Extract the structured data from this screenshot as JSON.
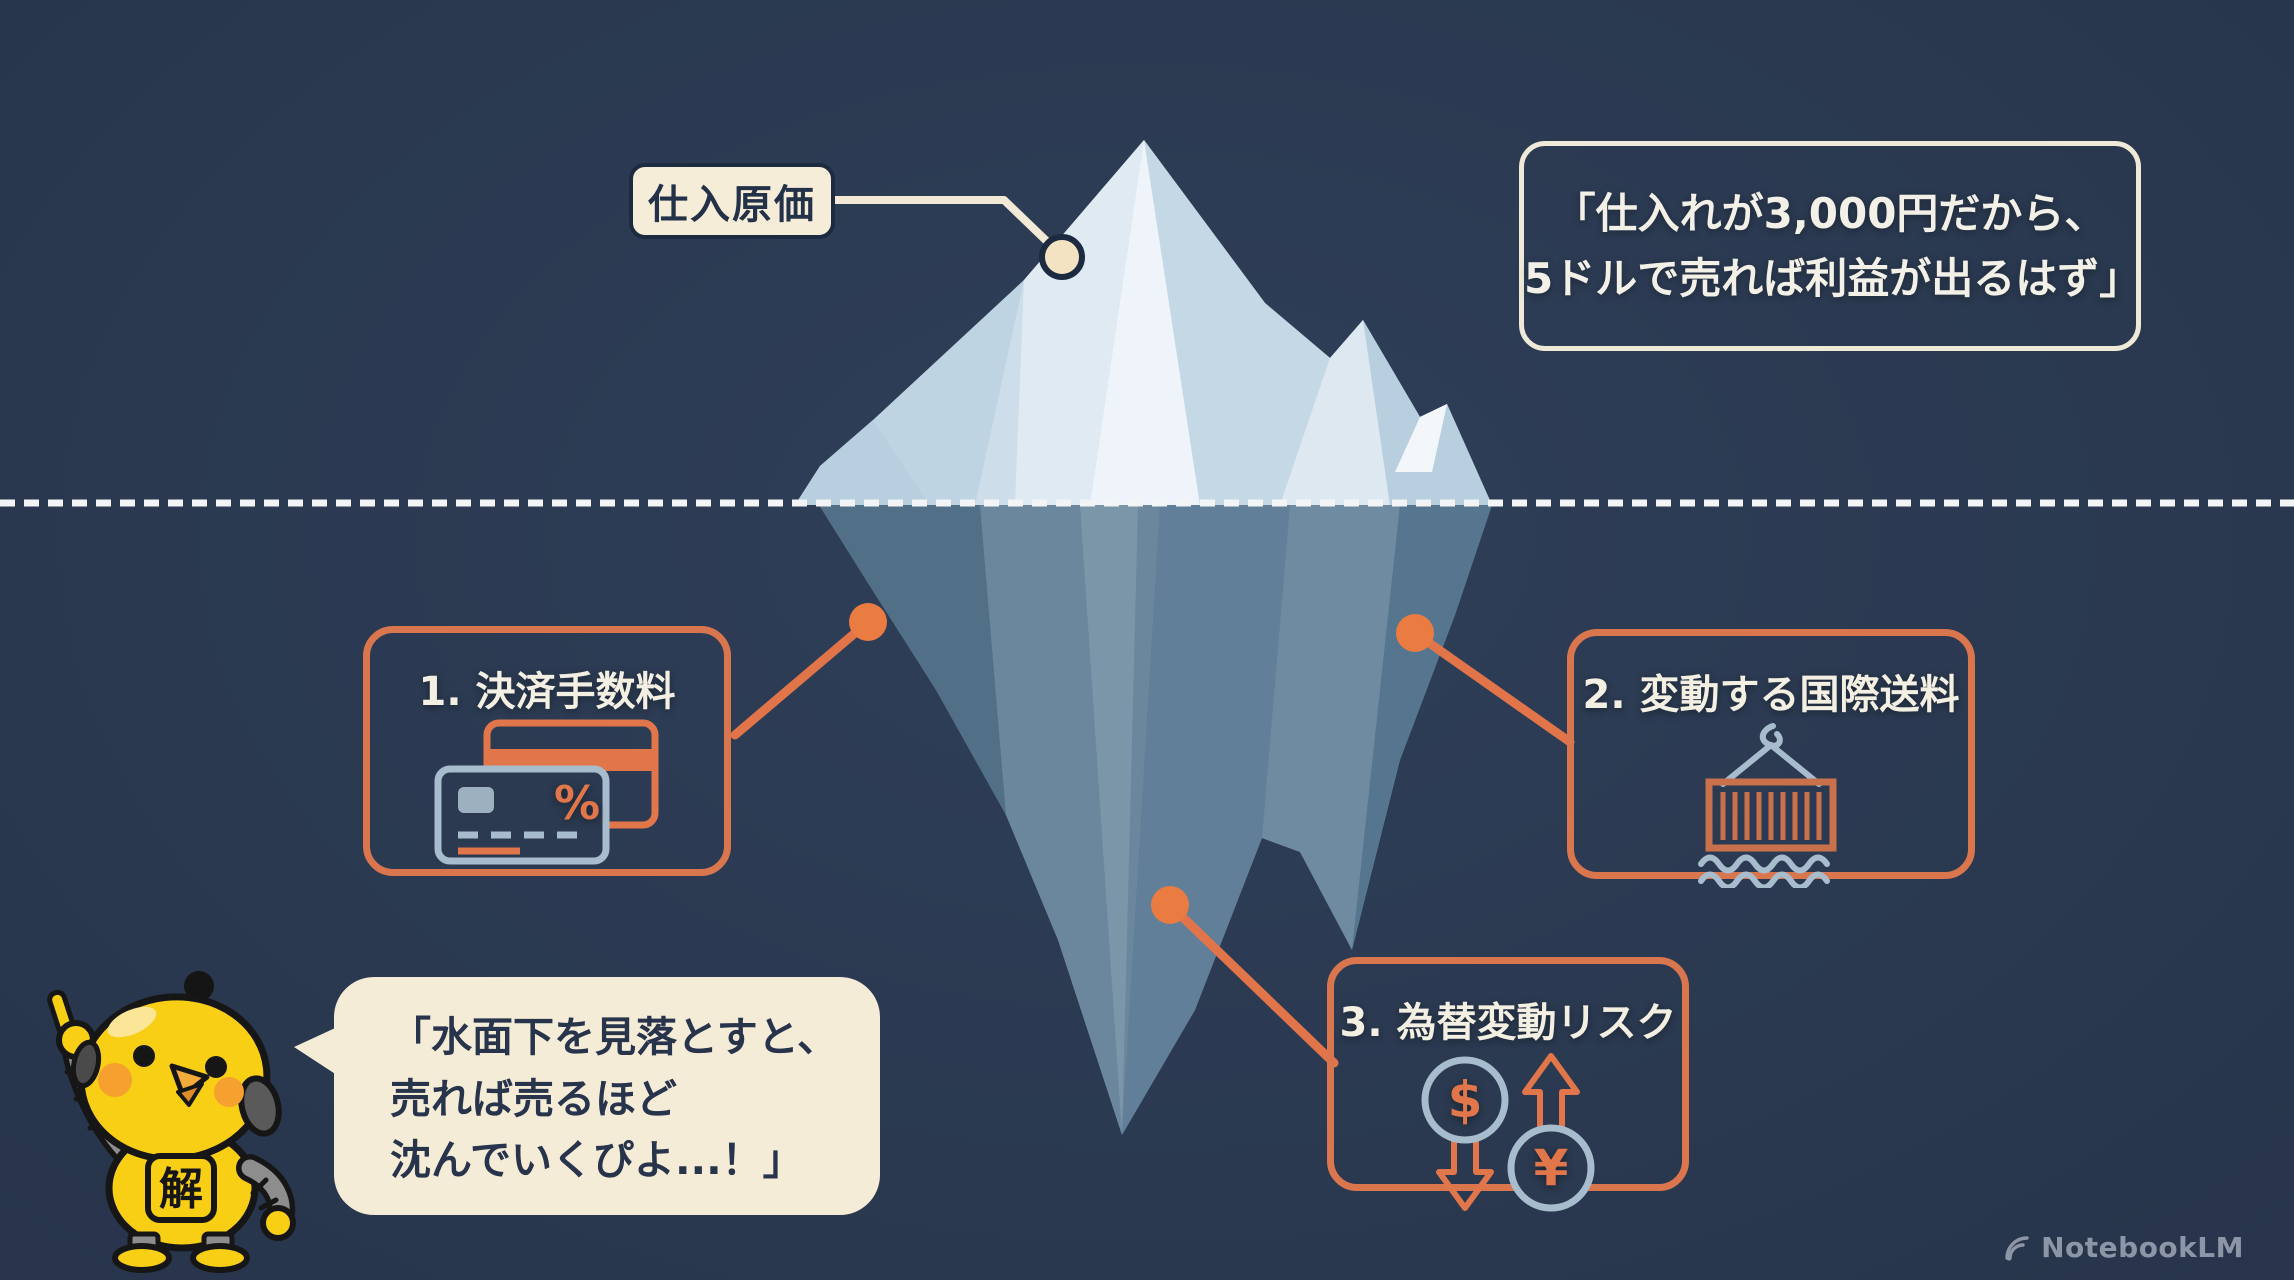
{
  "scene": {
    "background_color": "#2b3a50",
    "accent_orange": "#e0764a",
    "cream": "#f5ecd7",
    "ice_light": "#dfeaf3",
    "ice_deep": "#5d7b93"
  },
  "peak_label": {
    "text": "仕入原価"
  },
  "quote_box": {
    "line1": "「仕入れが3,000円だから、",
    "line2": "5ドルで売れば利益が出るはず」"
  },
  "cost_boxes": [
    {
      "label": "1. 決済手数料",
      "icon": "credit-card-fee-icon"
    },
    {
      "label": "2. 変動する国際送料",
      "icon": "shipping-container-icon"
    },
    {
      "label": "3. 為替変動リスク",
      "icon": "currency-exchange-icon"
    }
  ],
  "icon_glyphs": {
    "percent": "%",
    "dollar": "$",
    "yen": "¥"
  },
  "speech_bubble": {
    "line1": "「水面下を見落とすと、",
    "line2": "売れば売るほど",
    "line3": "沈んでいくぴよ...！」"
  },
  "mascot": {
    "badge": "解"
  },
  "watermark": {
    "text": "NotebookLM"
  }
}
